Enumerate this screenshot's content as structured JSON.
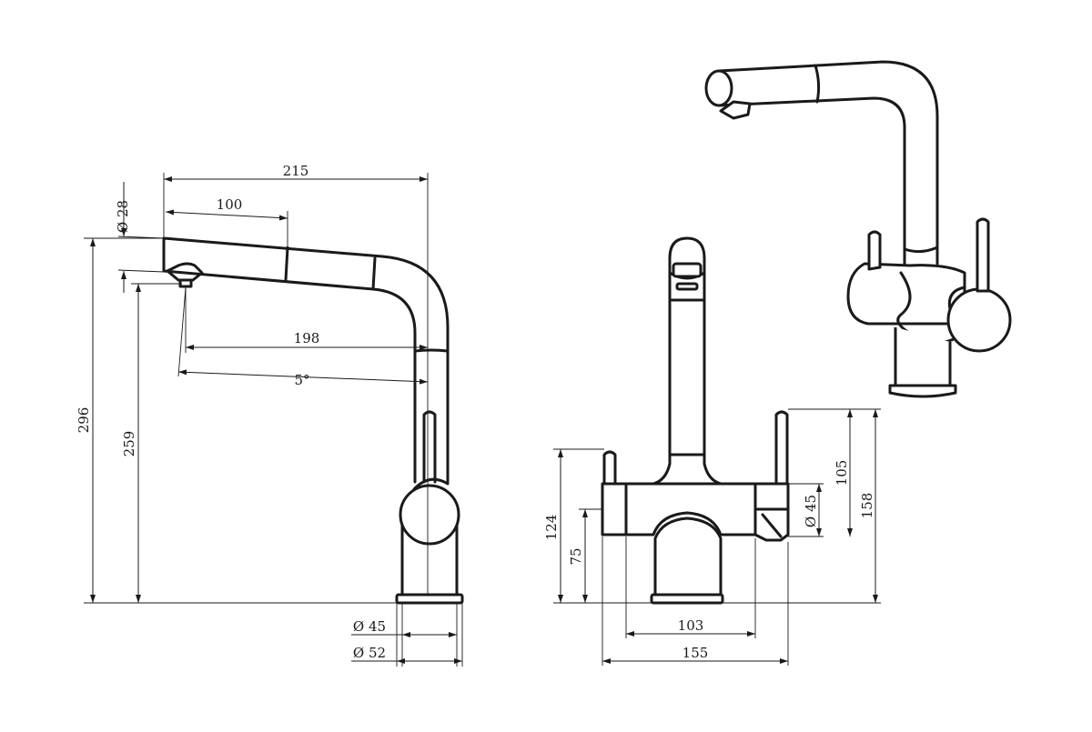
{
  "side_view": {
    "dims": {
      "width_total": "215",
      "spout_diameter": "Ø 28",
      "pullout_length": "100",
      "height_total": "296",
      "height_outlet": "259",
      "reach": "198",
      "angle": "5°",
      "base_inner_diameter": "Ø 45",
      "base_outer_diameter": "Ø 52"
    }
  },
  "front_view": {
    "dims": {
      "height_left": "124",
      "height_body": "75",
      "handle_diameter": "Ø 45",
      "height_right_lever": "105",
      "height_right_total": "158",
      "body_width": "103",
      "total_width": "155"
    }
  }
}
